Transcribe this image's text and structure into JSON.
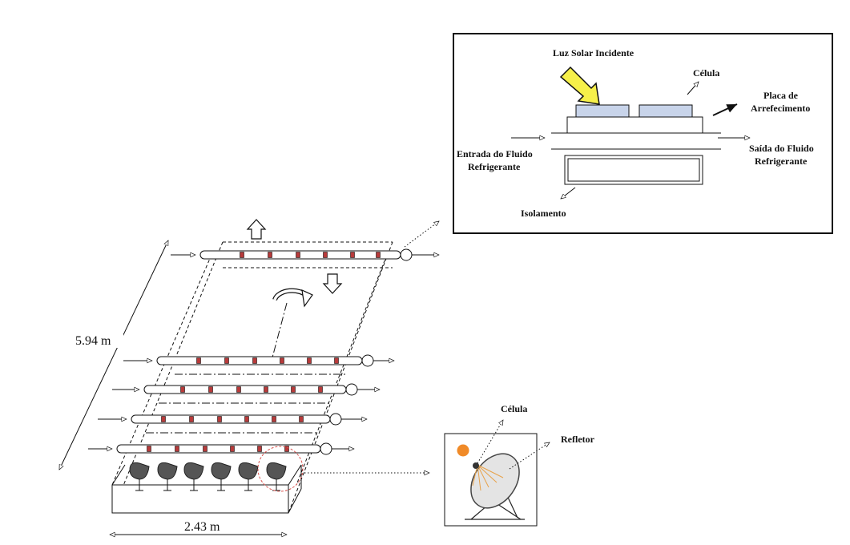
{
  "dimensions": {
    "length": "5.94 m",
    "width": "2.43 m"
  },
  "inset_receiver": {
    "incident_light": "Luz Solar Incidente",
    "cell": "Célula",
    "cooling_plate_line1": "Placa de",
    "cooling_plate_line2": "Arrefecimento",
    "fluid_in_line1": "Entrada do Fluido",
    "fluid_in_line2": "Refrigerante",
    "fluid_out_line1": "Saída do Fluido",
    "fluid_out_line2": "Refrigerante",
    "insulation": "Isolamento"
  },
  "inset_dish": {
    "cell": "Célula",
    "reflector": "Refletor"
  },
  "colors": {
    "cell_fill": "#c8d4ea",
    "arrow_yellow": "#f6f04a",
    "cell_marker": "#b83a3a",
    "sun": "#f08a28",
    "dish": "#9a9a9a",
    "highlight_circle": "#d9534f"
  }
}
